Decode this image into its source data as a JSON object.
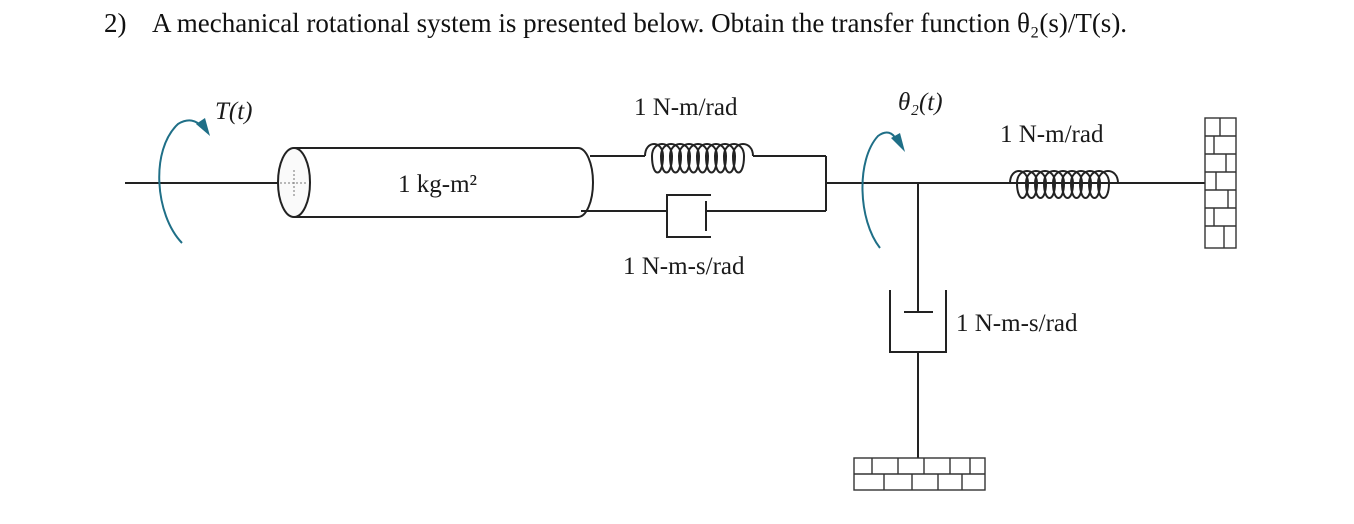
{
  "question": {
    "number": "2)",
    "text": "A mechanical rotational system is presented below. Obtain the transfer function θ₂(s)/T(s)."
  },
  "diagram": {
    "torque_label": "T(t)",
    "inertia_label": "1 kg-m²",
    "spring1_label": "1 N-m/rad",
    "damper1_label": "1 N-m-s/rad",
    "theta2_label": "θ₂(t)",
    "spring2_label": "1 N-m/rad",
    "damper2_label": "1 N-m-s/rad"
  },
  "colors": {
    "arrow": "#1f6f87",
    "line": "#222222"
  }
}
